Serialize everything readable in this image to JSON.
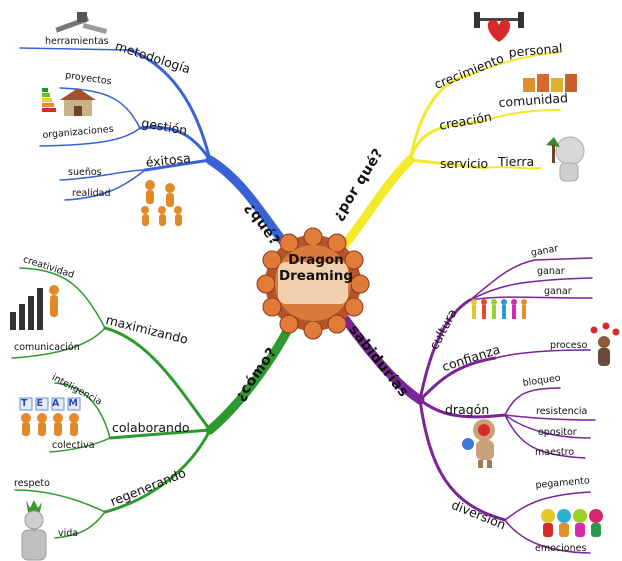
{
  "center": {
    "line1": "Dragon",
    "line2": "Dreaming"
  },
  "branches": {
    "que": {
      "label": "¿qué?",
      "color": "#3a62d8",
      "metodologia": {
        "label": "metodología",
        "herramientas": "herramientas"
      },
      "gestion": {
        "label": "gestión",
        "proyectos": "proyectos",
        "organizaciones": "organizaciones"
      },
      "exitosa": {
        "label": "éxitosa",
        "suenos": "sueños",
        "realidad": "realidad"
      }
    },
    "porque": {
      "label": "¿por qué?",
      "color": "#f2ea2a",
      "crecimiento": "crecimiento",
      "personal": "personal",
      "creacion": "creación",
      "comunidad": "comunidad",
      "servicio": "servicio",
      "tierra": "Tierra"
    },
    "sabidurias": {
      "label": "sabidurías",
      "color": "#7a2496",
      "cultura": {
        "label": "cultura",
        "ganar1": "ganar",
        "ganar2": "ganar",
        "ganar3": "ganar"
      },
      "confianza": {
        "label": "confianza",
        "proceso": "proceso"
      },
      "dragon": {
        "label": "dragón",
        "bloqueo": "bloqueo",
        "resistencia": "resistencia",
        "opositor": "opositor",
        "maestro": "maestro"
      },
      "diversion": {
        "label": "diversión",
        "pegamento": "pegamento",
        "emociones": "emociones"
      }
    },
    "como": {
      "label": "¿cómo?",
      "color": "#2e9a2e",
      "maximizando": {
        "label": "maximizando",
        "creatividad": "creatividad",
        "comunicacion": "comunicación"
      },
      "colaborando": {
        "label": "colaborando",
        "inteligencia": "inteligencia",
        "colectiva": "colectiva",
        "team": "TEAM"
      },
      "regenerando": {
        "label": "regenerando",
        "respeto": "respeto",
        "vida": "vida"
      }
    }
  }
}
